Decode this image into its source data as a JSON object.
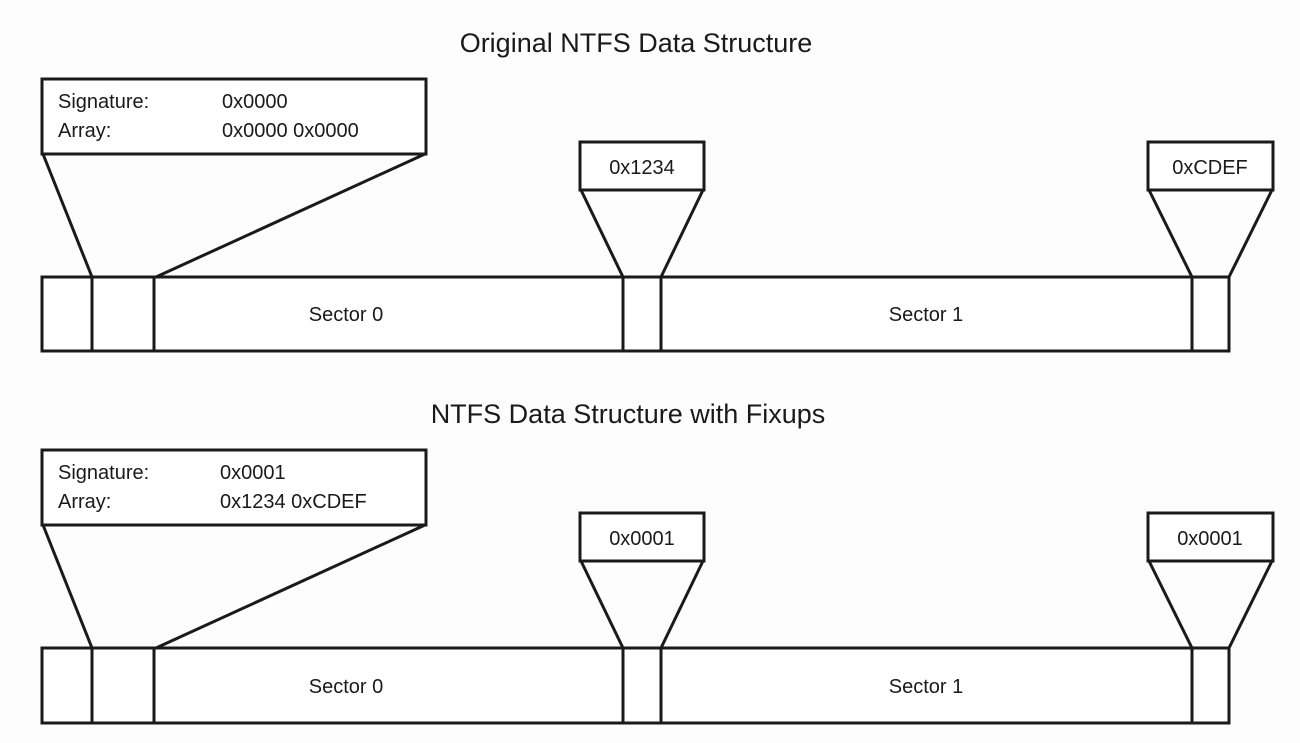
{
  "diagrams": [
    {
      "title": "Original NTFS Data Structure",
      "header": {
        "signature_label": "Signature:",
        "signature_value": "0x0000",
        "array_label": "Array:",
        "array_value": "0x0000 0x0000"
      },
      "sectors": [
        {
          "label": "Sector 0",
          "tail_value": "0x1234"
        },
        {
          "label": "Sector 1",
          "tail_value": "0xCDEF"
        }
      ]
    },
    {
      "title": "NTFS Data Structure with Fixups",
      "header": {
        "signature_label": "Signature:",
        "signature_value": "0x0001",
        "array_label": "Array:",
        "array_value": "0x1234 0xCDEF"
      },
      "sectors": [
        {
          "label": "Sector 0",
          "tail_value": "0x0001"
        },
        {
          "label": "Sector 1",
          "tail_value": "0x0001"
        }
      ]
    }
  ]
}
